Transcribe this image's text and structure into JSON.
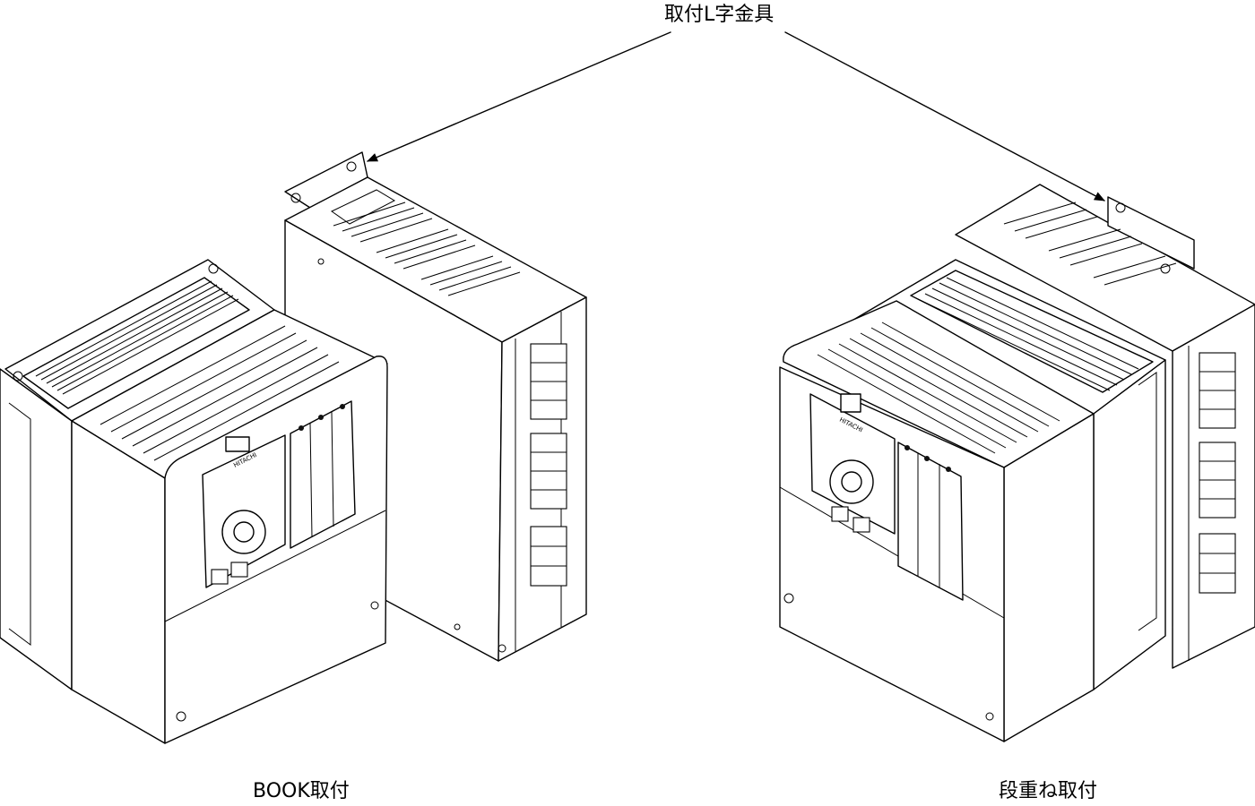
{
  "labels": {
    "bracket": "取付L字金具",
    "book_mount": "BOOK取付",
    "stack_mount": "段重ね取付"
  },
  "logo_text": "HITACHI"
}
